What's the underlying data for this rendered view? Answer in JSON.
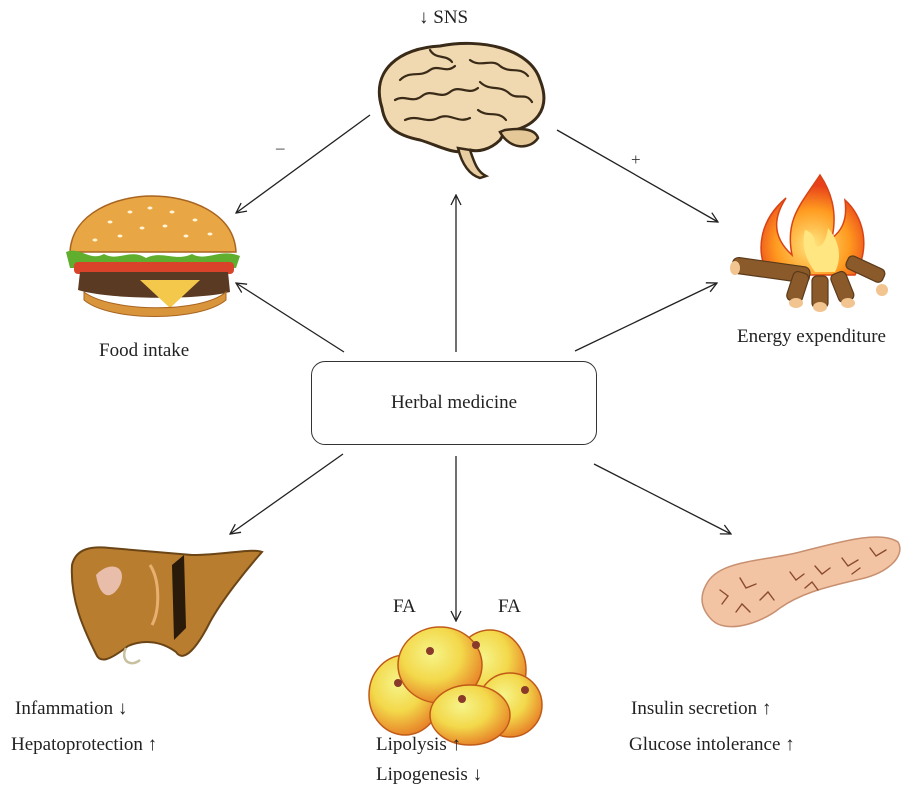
{
  "center": {
    "label": "Herbal medicine"
  },
  "brain": {
    "label": "↓ SNS",
    "icon": "brain-icon"
  },
  "food": {
    "label": "Food intake",
    "icon": "burger-icon"
  },
  "energy": {
    "label": "Energy expenditure",
    "icon": "campfire-icon"
  },
  "liver": {
    "icon": "liver-icon",
    "effects": [
      "Infammation ↓",
      "Hepatoprotection ↑"
    ]
  },
  "fat": {
    "icon": "fat-cells-icon",
    "fa_left": "FA",
    "fa_right": "FA",
    "effects": [
      "Lipolysis ↑",
      "Lipogenesis ↓"
    ]
  },
  "pancreas": {
    "icon": "pancreas-icon",
    "effects": [
      "Insulin secretion ↑",
      "Glucose intolerance ↑"
    ]
  },
  "signs": {
    "brain_to_food": "–",
    "brain_to_energy": "+"
  }
}
